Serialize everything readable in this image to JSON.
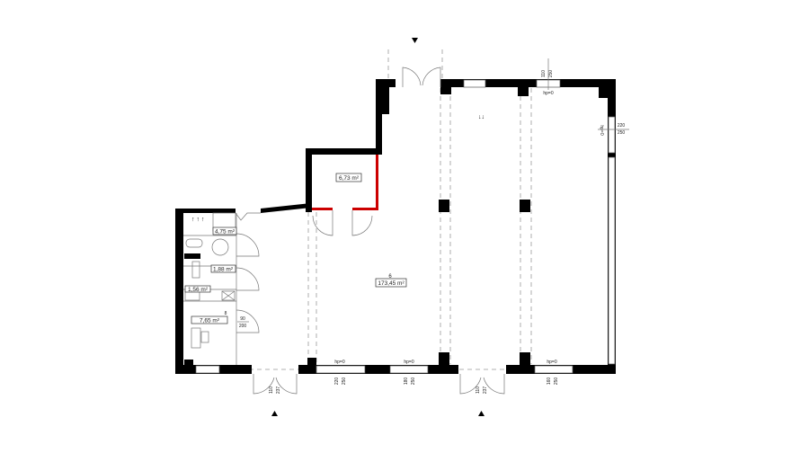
{
  "plan": {
    "accent_color": "#cc0000",
    "rooms": [
      {
        "id": "main",
        "number": "6",
        "area": "173,45 m²"
      },
      {
        "id": "storage",
        "area": "6,73 m²"
      },
      {
        "id": "wc1",
        "area": "4,75 m²"
      },
      {
        "id": "wc2",
        "area": "1,88 m²"
      },
      {
        "id": "cleaning",
        "area": "1,56 m²"
      },
      {
        "id": "staff",
        "number": "8",
        "area": "7,65 m²"
      }
    ],
    "door_staff": {
      "w": "90",
      "h": "200"
    },
    "hp": "hp=0",
    "openings": {
      "bottom_door_left": {
        "w": "110",
        "h": "237"
      },
      "bottom_win_1": {
        "w": "220",
        "h": "250"
      },
      "bottom_win_2": {
        "w": "180",
        "h": "250"
      },
      "bottom_door_right": {
        "w": "110",
        "h": "237"
      },
      "bottom_win_3": {
        "w": "160",
        "h": "250"
      },
      "top_win": {
        "w": "110",
        "h": "250"
      },
      "right_win": {
        "w": "220",
        "h": "250"
      }
    }
  }
}
